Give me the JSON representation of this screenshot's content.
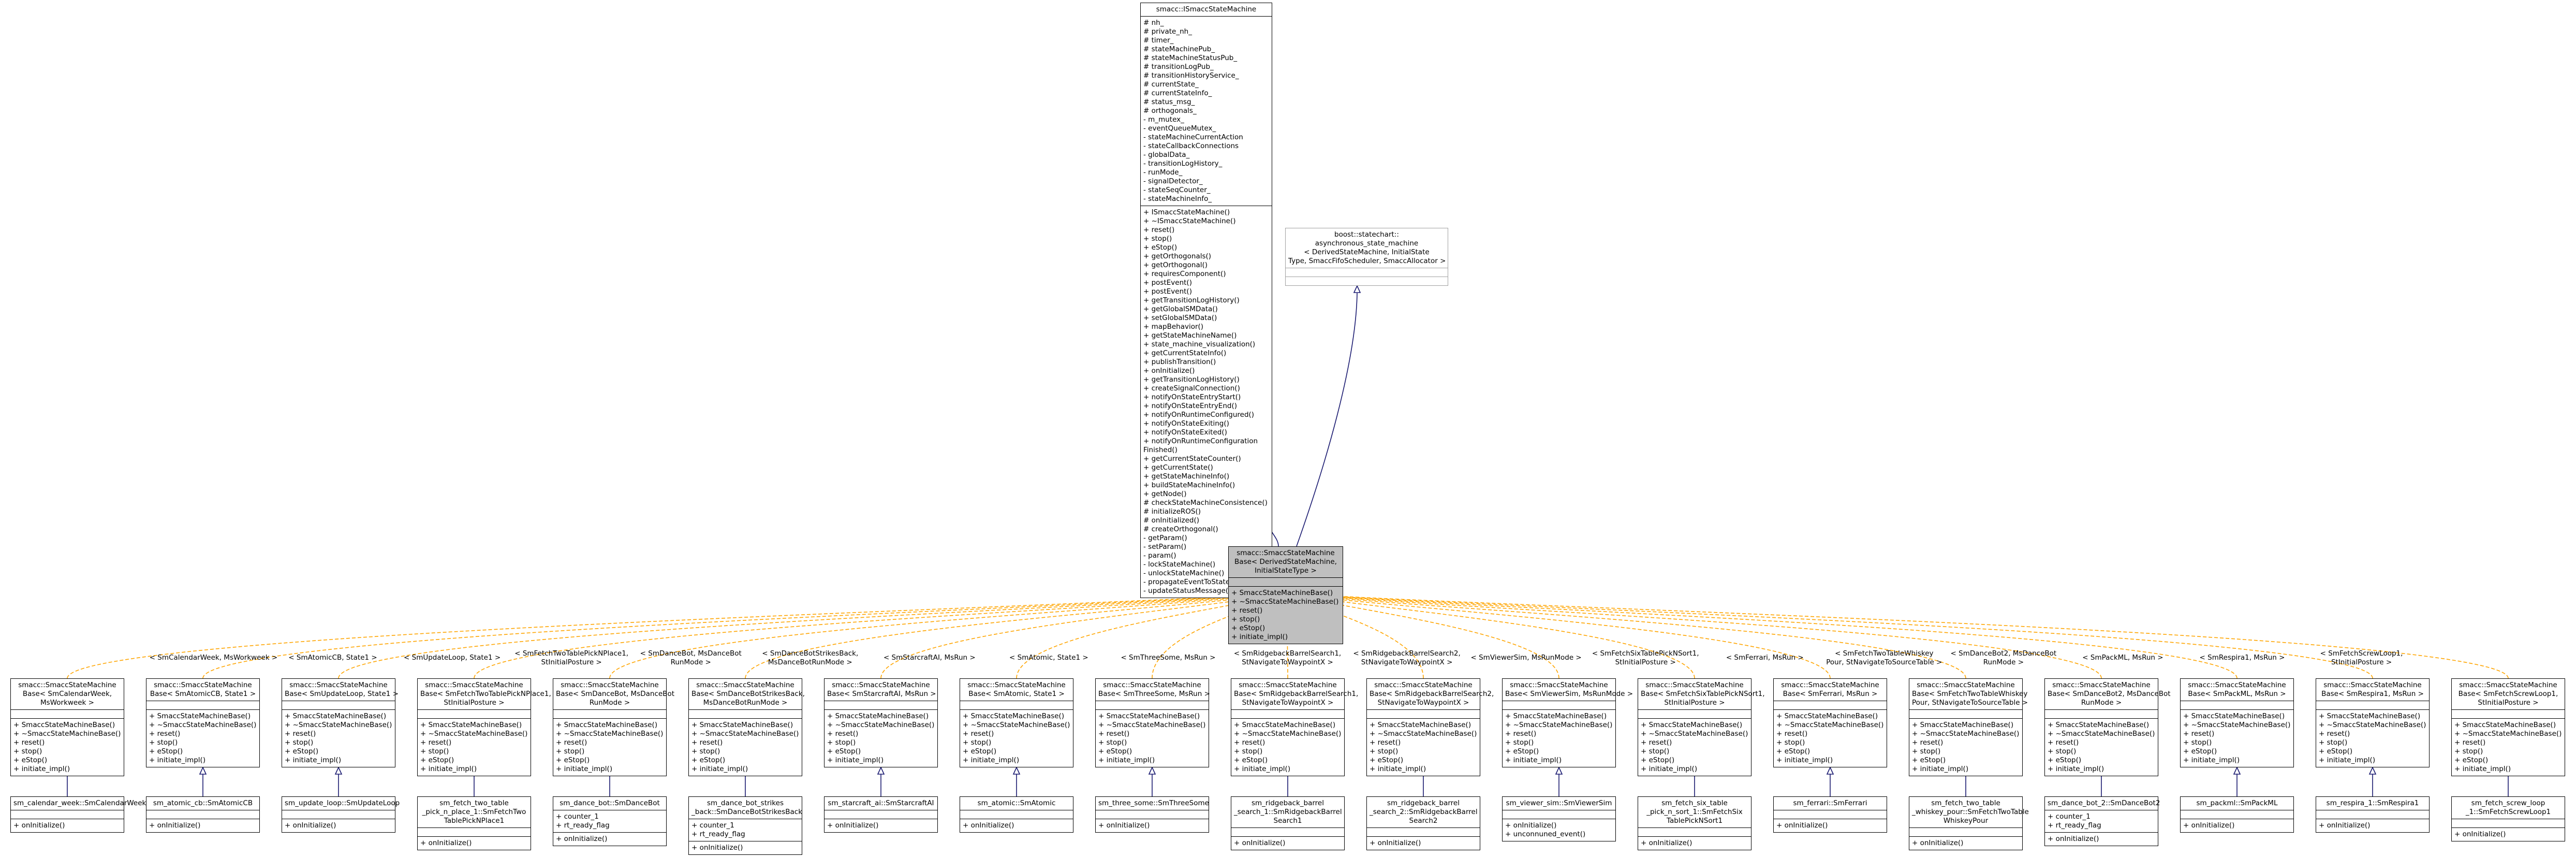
{
  "nodes": {
    "base": {
      "title": "smacc::ISmaccStateMachine",
      "attributes": [
        "# nh_",
        "# private_nh_",
        "# timer_",
        "# stateMachinePub_",
        "# stateMachineStatusPub_",
        "# transitionLogPub_",
        "# transitionHistoryService_",
        "# currentState_",
        "# currentStateInfo_",
        "# status_msg_",
        "# orthogonals_",
        "- m_mutex_",
        "- eventQueueMutex_",
        "- stateMachineCurrentAction",
        "- stateCallbackConnections",
        "- globalData_",
        "- transitionLogHistory_",
        "- runMode_",
        "- signalDetector_",
        "- stateSeqCounter_",
        "- stateMachineInfo_"
      ],
      "methods": [
        "+ ISmaccStateMachine()",
        "+ ~ISmaccStateMachine()",
        "+ reset()",
        "+ stop()",
        "+ eStop()",
        "+ getOrthogonals()",
        "+ getOrthogonal()",
        "+ requiresComponent()",
        "+ postEvent()",
        "+ postEvent()",
        "+ getTransitionLogHistory()",
        "+ getGlobalSMData()",
        "+ setGlobalSMData()",
        "+ mapBehavior()",
        "+ getStateMachineName()",
        "+ state_machine_visualization()",
        "+ getCurrentStateInfo()",
        "+ publishTransition()",
        "+ onInitialize()",
        "+ getTransitionLogHistory()",
        "+ createSignalConnection()",
        "+ notifyOnStateEntryStart()",
        "+ notifyOnStateEntryEnd()",
        "+ notifyOnRuntimeConfigured()",
        "+ notifyOnStateExiting()",
        "+ notifyOnStateExited()",
        "+ notifyOnRuntimeConfiguration",
        "Finished()",
        "+ getCurrentStateCounter()",
        "+ getCurrentState()",
        "+ getStateMachineInfo()",
        "+ buildStateMachineInfo()",
        "+ getNode()",
        "# checkStateMachineConsistence()",
        "# initializeROS()",
        "# onInitialized()",
        "# createOrthogonal()",
        "- getParam()",
        "- setParam()",
        "- param()",
        "- lockStateMachine()",
        "- unlockStateMachine()",
        "- propagateEventToStateReactors()",
        "- updateStatusMessage()"
      ]
    },
    "boost": {
      "title_lines": [
        "boost::statechart::",
        "asynchronous_state_machine",
        "< DerivedStateMachine, InitialState",
        "Type, SmaccFifoScheduler, SmaccAllocator >"
      ]
    },
    "template": {
      "title_lines": [
        "smacc::SmaccStateMachine",
        "Base< DerivedStateMachine,",
        "InitialStateType >"
      ],
      "methods": [
        "+ SmaccStateMachineBase()",
        "+ ~SmaccStateMachineBase()",
        "+ reset()",
        "+ stop()",
        "+ eStop()",
        "+ initiate_impl()"
      ]
    },
    "instantiation_methods": [
      "+ SmaccStateMachineBase()",
      "+ ~SmaccStateMachineBase()",
      "+ reset()",
      "+ stop()",
      "+ eStop()",
      "+ initiate_impl()"
    ],
    "instantiations": [
      {
        "edge_label": [
          "< SmCalendarWeek, MsWorkweek >"
        ],
        "title": [
          "smacc::SmaccStateMachine",
          "Base< SmCalendarWeek,",
          "MsWorkweek >"
        ],
        "derived": {
          "title": [
            "sm_calendar_week::SmCalendarWeek"
          ],
          "attributes": [],
          "methods": [
            "+ onInitialize()"
          ]
        }
      },
      {
        "edge_label": [
          "< SmAtomicCB, State1 >"
        ],
        "title": [
          "smacc::SmaccStateMachine",
          "Base< SmAtomicCB, State1 >"
        ],
        "derived": {
          "title": [
            "sm_atomic_cb::SmAtomicCB"
          ],
          "attributes": [],
          "methods": [
            "+ onInitialize()"
          ]
        }
      },
      {
        "edge_label": [
          "< SmUpdateLoop, State1 >"
        ],
        "title": [
          "smacc::SmaccStateMachine",
          "Base< SmUpdateLoop, State1 >"
        ],
        "derived": {
          "title": [
            "sm_update_loop::SmUpdateLoop"
          ],
          "attributes": [],
          "methods": [
            "+ onInitialize()"
          ]
        }
      },
      {
        "edge_label": [
          "< SmFetchTwoTablePickNPlace1,",
          "StInitialPosture >"
        ],
        "title": [
          "smacc::SmaccStateMachine",
          "Base< SmFetchTwoTablePickNPlace1,",
          "StInitialPosture >"
        ],
        "derived": {
          "title": [
            "sm_fetch_two_table",
            "_pick_n_place_1::SmFetchTwo",
            "TablePickNPlace1"
          ],
          "attributes": [],
          "methods": [
            "+ onInitialize()"
          ]
        }
      },
      {
        "edge_label": [
          "< SmDanceBot, MsDanceBot",
          "RunMode >"
        ],
        "title": [
          "smacc::SmaccStateMachine",
          "Base< SmDanceBot, MsDanceBot",
          "RunMode >"
        ],
        "derived": {
          "title": [
            "sm_dance_bot::SmDanceBot"
          ],
          "attributes": [
            "+ counter_1",
            "+ rt_ready_flag"
          ],
          "methods": [
            "+ onInitialize()"
          ]
        }
      },
      {
        "edge_label": [
          "< SmDanceBotStrikesBack,",
          "MsDanceBotRunMode >"
        ],
        "title": [
          "smacc::SmaccStateMachine",
          "Base< SmDanceBotStrikesBack,",
          "MsDanceBotRunMode >"
        ],
        "derived": {
          "title": [
            "sm_dance_bot_strikes",
            "_back::SmDanceBotStrikesBack"
          ],
          "attributes": [
            "+ counter_1",
            "+ rt_ready_flag"
          ],
          "methods": [
            "+ onInitialize()"
          ]
        }
      },
      {
        "edge_label": [
          "< SmStarcraftAI, MsRun >"
        ],
        "title": [
          "smacc::SmaccStateMachine",
          "Base< SmStarcraftAI, MsRun >"
        ],
        "derived": {
          "title": [
            "sm_starcraft_ai::SmStarcraftAI"
          ],
          "attributes": [],
          "methods": [
            "+ onInitialize()"
          ]
        }
      },
      {
        "edge_label": [
          "< SmAtomic, State1 >"
        ],
        "title": [
          "smacc::SmaccStateMachine",
          "Base< SmAtomic, State1 >"
        ],
        "derived": {
          "title": [
            "sm_atomic::SmAtomic"
          ],
          "attributes": [],
          "methods": [
            "+ onInitialize()"
          ]
        }
      },
      {
        "edge_label": [
          "< SmThreeSome, MsRun >"
        ],
        "title": [
          "smacc::SmaccStateMachine",
          "Base< SmThreeSome, MsRun >"
        ],
        "derived": {
          "title": [
            "sm_three_some::SmThreeSome"
          ],
          "attributes": [],
          "methods": [
            "+ onInitialize()"
          ]
        }
      },
      {
        "edge_label": [
          "< SmRidgebackBarrelSearch1,",
          "StNavigateToWaypointX >"
        ],
        "title": [
          "smacc::SmaccStateMachine",
          "Base< SmRidgebackBarrelSearch1,",
          "StNavigateToWaypointX >"
        ],
        "derived": {
          "title": [
            "sm_ridgeback_barrel",
            "_search_1::SmRidgebackBarrel",
            "Search1"
          ],
          "attributes": [],
          "methods": [
            "+ onInitialize()"
          ]
        }
      },
      {
        "edge_label": [
          "< SmRidgebackBarrelSearch2,",
          "StNavigateToWaypointX >"
        ],
        "title": [
          "smacc::SmaccStateMachine",
          "Base< SmRidgebackBarrelSearch2,",
          "StNavigateToWaypointX >"
        ],
        "derived": {
          "title": [
            "sm_ridgeback_barrel",
            "_search_2::SmRidgebackBarrel",
            "Search2"
          ],
          "attributes": [],
          "methods": [
            "+ onInitialize()"
          ]
        }
      },
      {
        "edge_label": [
          "< SmViewerSim, MsRunMode >"
        ],
        "title": [
          "smacc::SmaccStateMachine",
          "Base< SmViewerSim, MsRunMode >"
        ],
        "derived": {
          "title": [
            "sm_viewer_sim::SmViewerSim"
          ],
          "attributes": [],
          "methods": [
            "+ onInitialize()",
            "+ unconnuned_event()"
          ]
        }
      },
      {
        "edge_label": [
          "< SmFetchSixTablePickNSort1,",
          "StInitialPosture >"
        ],
        "title": [
          "smacc::SmaccStateMachine",
          "Base< SmFetchSixTablePickNSort1,",
          "StInitialPosture >"
        ],
        "derived": {
          "title": [
            "sm_fetch_six_table",
            "_pick_n_sort_1::SmFetchSix",
            "TablePickNSort1"
          ],
          "attributes": [],
          "methods": [
            "+ onInitialize()"
          ]
        }
      },
      {
        "edge_label": [
          "< SmFerrari, MsRun >"
        ],
        "title": [
          "smacc::SmaccStateMachine",
          "Base< SmFerrari, MsRun >"
        ],
        "derived": {
          "title": [
            "sm_ferrari::SmFerrari"
          ],
          "attributes": [],
          "methods": [
            "+ onInitialize()"
          ]
        }
      },
      {
        "edge_label": [
          "< SmFetchTwoTableWhiskey",
          "Pour, StNavigateToSourceTable >"
        ],
        "title": [
          "smacc::SmaccStateMachine",
          "Base< SmFetchTwoTableWhiskey",
          "Pour, StNavigateToSourceTable >"
        ],
        "derived": {
          "title": [
            "sm_fetch_two_table",
            "_whiskey_pour::SmFetchTwoTable",
            "WhiskeyPour"
          ],
          "attributes": [],
          "methods": [
            "+ onInitialize()"
          ]
        }
      },
      {
        "edge_label": [
          "< SmDanceBot2, MsDanceBot",
          "RunMode >"
        ],
        "title": [
          "smacc::SmaccStateMachine",
          "Base< SmDanceBot2, MsDanceBot",
          "RunMode >"
        ],
        "derived": {
          "title": [
            "sm_dance_bot_2::SmDanceBot2"
          ],
          "attributes": [
            "+ counter_1",
            "+ rt_ready_flag"
          ],
          "methods": [
            "+ onInitialize()"
          ]
        }
      },
      {
        "edge_label": [
          "< SmPackML, MsRun >"
        ],
        "title": [
          "smacc::SmaccStateMachine",
          "Base< SmPackML, MsRun >"
        ],
        "derived": {
          "title": [
            "sm_packml::SmPackML"
          ],
          "attributes": [],
          "methods": [
            "+ onInitialize()"
          ]
        }
      },
      {
        "edge_label": [
          "< SmRespira1, MsRun >"
        ],
        "title": [
          "smacc::SmaccStateMachine",
          "Base< SmRespira1, MsRun >"
        ],
        "derived": {
          "title": [
            "sm_respira_1::SmRespira1"
          ],
          "attributes": [],
          "methods": [
            "+ onInitialize()"
          ]
        }
      },
      {
        "edge_label": [
          "< SmFetchScrewLoop1,",
          "StInitialPosture >"
        ],
        "title": [
          "smacc::SmaccStateMachine",
          "Base< SmFetchScrewLoop1,",
          "StInitialPosture >"
        ],
        "derived": {
          "title": [
            "sm_fetch_screw_loop",
            "_1::SmFetchScrewLoop1"
          ],
          "attributes": [],
          "methods": [
            "+ onInitialize()"
          ]
        }
      }
    ]
  },
  "colors": {
    "inheritance_edge": "#191970",
    "template_edge": "#ffa500",
    "highlight_fill": "#bfbfbf",
    "box_border": "#000000",
    "grey_border": "#a0a0a0"
  }
}
